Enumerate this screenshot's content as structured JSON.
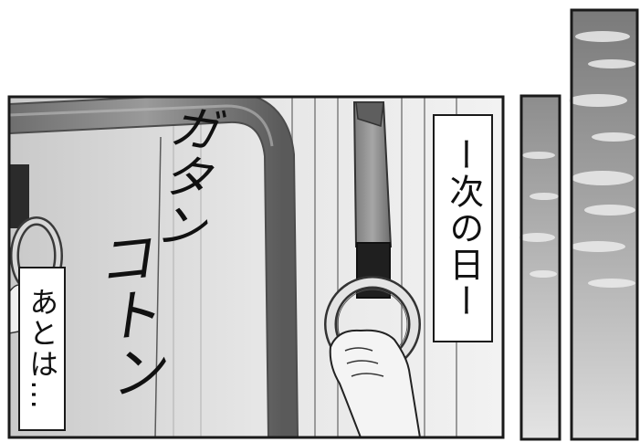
{
  "panels": {
    "main": {
      "sfx_1": "ガタン",
      "sfx_2": "コトン",
      "caption_next_day": "ー次の日ー",
      "caption_rest": "あとは…"
    }
  }
}
